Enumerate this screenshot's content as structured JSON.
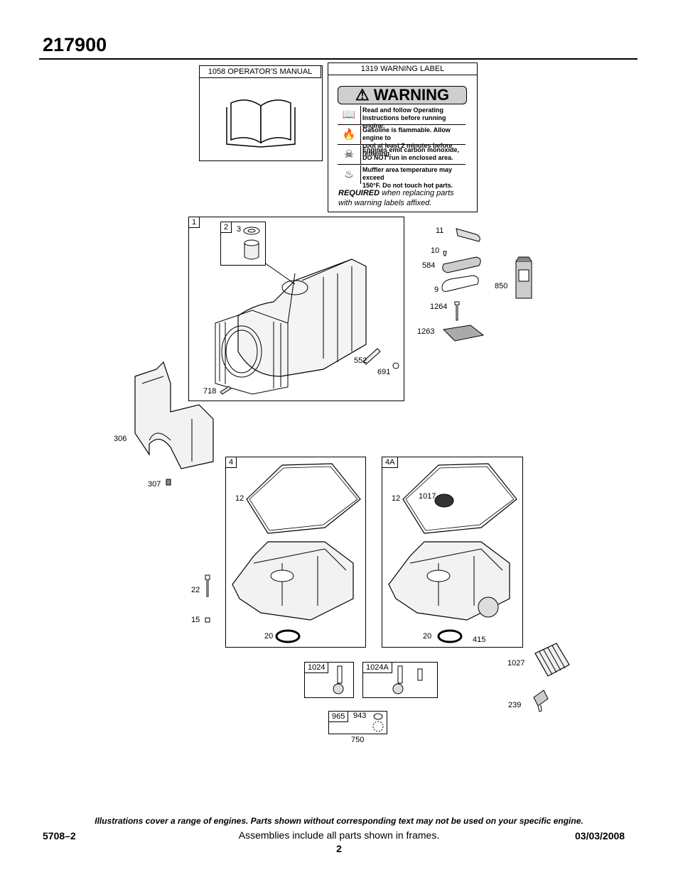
{
  "page_title": "217900",
  "operators_manual": {
    "label": "1058 OPERATOR'S MANUAL"
  },
  "warning_label": {
    "header": "1319 WARNING LABEL",
    "heading": "WARNING",
    "rows": [
      {
        "icon": "book-icon",
        "text1": "Read and follow Operating",
        "text2": "Instructions before running engine."
      },
      {
        "icon": "flame-icon",
        "text1": "Gasoline is flammable. Allow engine to",
        "text2": "cool at least 2 minutes before refueling."
      },
      {
        "icon": "person-icon",
        "text1": "Engines emit carbon monoxide,",
        "text2": "DO NOT run in enclosed area."
      },
      {
        "icon": "hot-surface-icon",
        "text1": "Muffler area temperature may exceed",
        "text2": "150°F.  Do not touch hot parts."
      }
    ],
    "required_bold": "REQUIRED",
    "required_rest": " when replacing parts",
    "required_line2": "with warning labels affixed."
  },
  "frames": {
    "f1": "1",
    "f2": "2",
    "f4": "4",
    "f4a": "4A",
    "f1024": "1024",
    "f1024a": "1024A",
    "f965": "965"
  },
  "parts": {
    "p3": "3",
    "p11": "11",
    "p10": "10",
    "p584": "584",
    "p9": "9",
    "p850": "850",
    "p1264": "1264",
    "p1263": "1263",
    "p552": "552",
    "p691": "691",
    "p718": "718",
    "p306": "306",
    "p307": "307",
    "p12a": "12",
    "p12b": "12",
    "p1017": "1017",
    "p22": "22",
    "p15": "15",
    "p20a": "20",
    "p20b": "20",
    "p415": "415",
    "p1027": "1027",
    "p239": "239",
    "p943": "943",
    "p750": "750"
  },
  "footer": {
    "note": "Illustrations cover a range of engines. Parts shown without corresponding text may not be used on your specific engine.",
    "doc_number": "5708–2",
    "assemblies": "Assemblies include all parts shown in frames.",
    "date": "03/03/2008",
    "page": "2"
  }
}
